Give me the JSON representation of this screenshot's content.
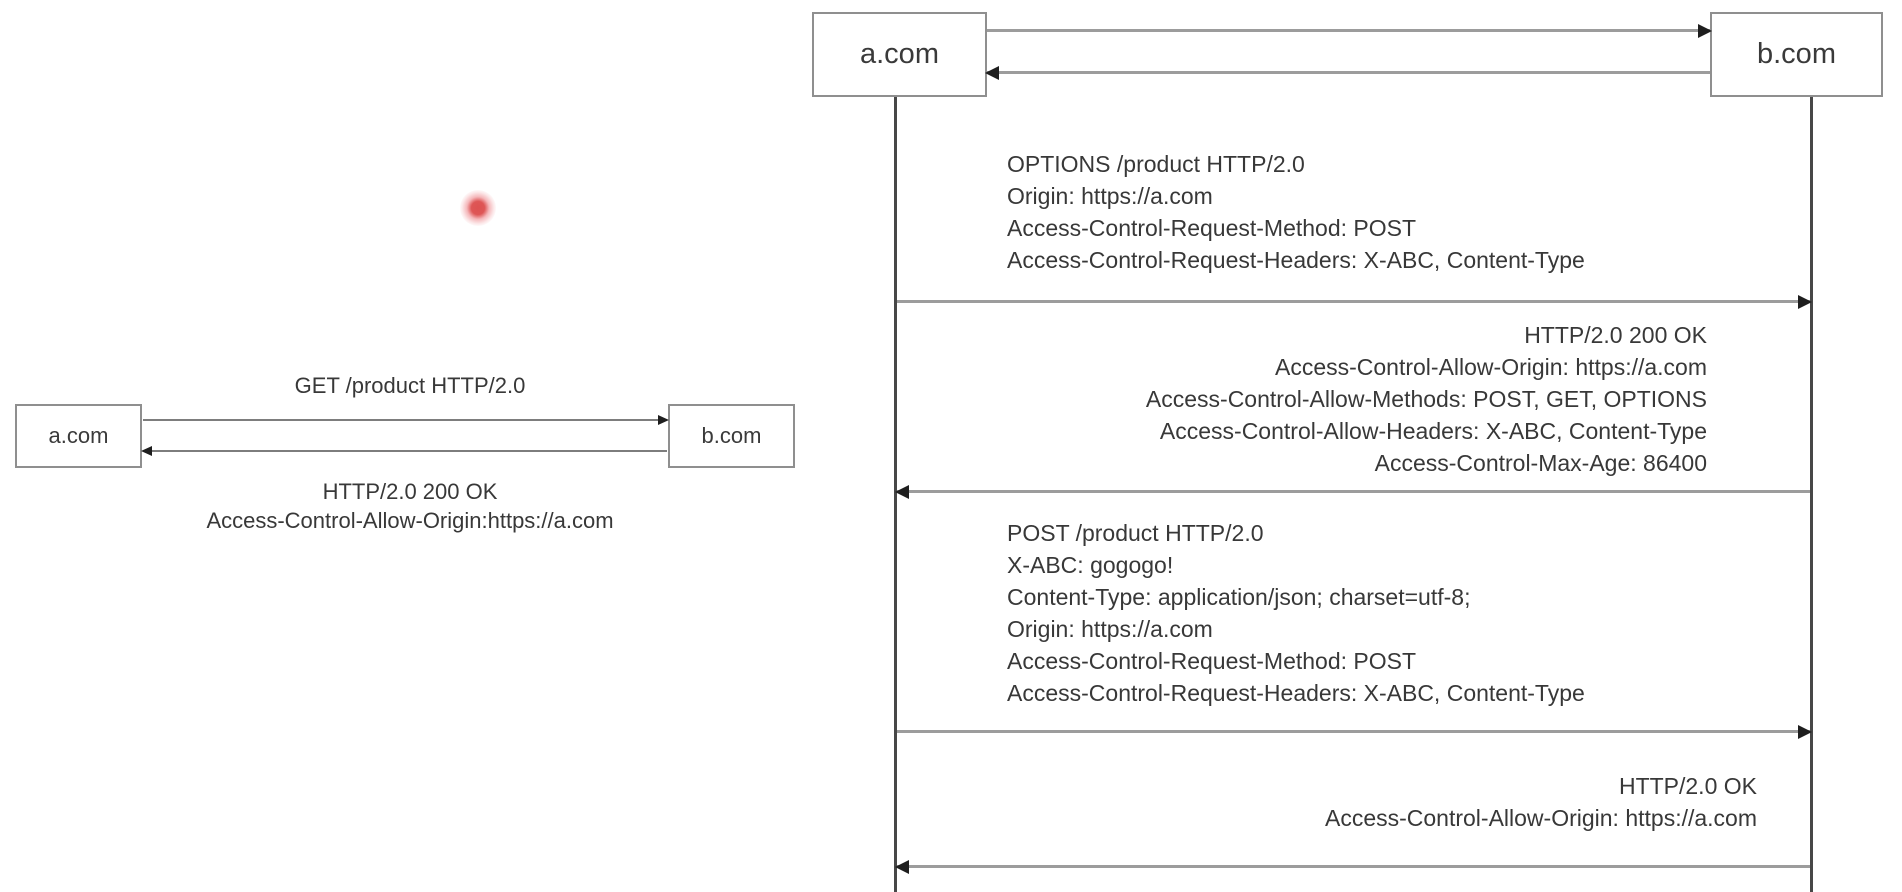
{
  "colors": {
    "background": "#ffffff",
    "box_border": "#8f8f8f",
    "message_line": "#9c9c9c",
    "lifeline": "#474747",
    "arrowhead": "#1e1e1e",
    "text": "#383838",
    "laser_dot": "#db4848"
  },
  "simple_diagram": {
    "actor_a": "a.com",
    "actor_b": "b.com",
    "request_label": "GET /product HTTP/2.0",
    "response_lines": [
      "HTTP/2.0 200 OK",
      "Access-Control-Allow-Origin:https://a.com"
    ]
  },
  "preflight_diagram": {
    "actor_a": "a.com",
    "actor_b": "b.com",
    "messages": [
      {
        "direction": "right",
        "lines": [
          "OPTIONS /product HTTP/2.0",
          "Origin: https://a.com",
          "Access-Control-Request-Method: POST",
          "Access-Control-Request-Headers: X-ABC, Content-Type"
        ]
      },
      {
        "direction": "left",
        "lines": [
          "HTTP/2.0 200 OK",
          "Access-Control-Allow-Origin: https://a.com",
          "Access-Control-Allow-Methods: POST, GET, OPTIONS",
          "Access-Control-Allow-Headers: X-ABC, Content-Type",
          "Access-Control-Max-Age: 86400"
        ]
      },
      {
        "direction": "right",
        "lines": [
          "POST /product HTTP/2.0",
          "X-ABC: gogogo!",
          "Content-Type: application/json; charset=utf-8;",
          "Origin: https://a.com",
          "Access-Control-Request-Method: POST",
          "Access-Control-Request-Headers: X-ABC, Content-Type"
        ]
      },
      {
        "direction": "left",
        "lines": [
          "HTTP/2.0 OK",
          "Access-Control-Allow-Origin: https://a.com"
        ]
      }
    ]
  }
}
